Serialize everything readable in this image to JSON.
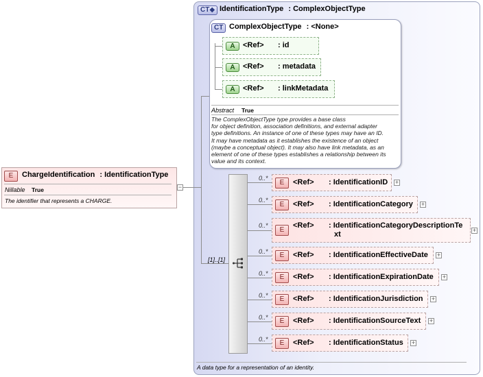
{
  "outer_type": {
    "badge": "CT",
    "name": "IdentificationType",
    "base": ": ComplexObjectType",
    "annotation": "A data type for a representation of an identity."
  },
  "base_type": {
    "badge": "CT",
    "name": "ComplexObjectType",
    "base": ": <None>",
    "attributes": [
      {
        "badge": "A",
        "ref": "<Ref>",
        "name": ": id"
      },
      {
        "badge": "A",
        "ref": "<Ref>",
        "name": ": metadata"
      },
      {
        "badge": "A",
        "ref": "<Ref>",
        "name": ": linkMetadata"
      }
    ],
    "abstract_label": "Abstract",
    "abstract_value": "True",
    "doc_lines": [
      "The ComplexObjectType type provides a base class",
      "for object definition, association definitions, and external adapter",
      "type definitions. An instance of one of these types may have an ID.",
      "It may have metadata as it establishes the existence of an object",
      "(maybe a conceptual object). It may also have link metadata, as an",
      "element of one of these types establishes a relationship between its",
      "value and its context."
    ]
  },
  "sequence": {
    "occurrence": "[1]..[1]"
  },
  "child_elements": [
    {
      "badge": "E",
      "occ": "0..*",
      "ref": "<Ref>",
      "name_lines": [
        ": IdentificationID"
      ]
    },
    {
      "badge": "E",
      "occ": "0..*",
      "ref": "<Ref>",
      "name_lines": [
        ": IdentificationCategory"
      ]
    },
    {
      "badge": "E",
      "occ": "0..*",
      "ref": "<Ref>",
      "name_lines": [
        ": IdentificationCategoryDescriptionTe",
        "xt"
      ]
    },
    {
      "badge": "E",
      "occ": "0..*",
      "ref": "<Ref>",
      "name_lines": [
        ": IdentificationEffectiveDate"
      ]
    },
    {
      "badge": "E",
      "occ": "0..*",
      "ref": "<Ref>",
      "name_lines": [
        ": IdentificationExpirationDate"
      ]
    },
    {
      "badge": "E",
      "occ": "0..*",
      "ref": "<Ref>",
      "name_lines": [
        ": IdentificationJurisdiction"
      ]
    },
    {
      "badge": "E",
      "occ": "0..*",
      "ref": "<Ref>",
      "name_lines": [
        ": IdentificationSourceText"
      ]
    },
    {
      "badge": "E",
      "occ": "0..*",
      "ref": "<Ref>",
      "name_lines": [
        ": IdentificationStatus"
      ]
    }
  ],
  "main_element": {
    "badge": "E",
    "name": "ChargeIdentification",
    "type": ": IdentificationType",
    "nillable_label": "Nillable",
    "nillable_value": "True",
    "doc": "The identifier that represents a CHARGE."
  },
  "colors": {
    "element_fill": "#fde3e3",
    "attribute_fill": "#f4fcf2",
    "complex_type_fill": "#d6d9f2"
  }
}
